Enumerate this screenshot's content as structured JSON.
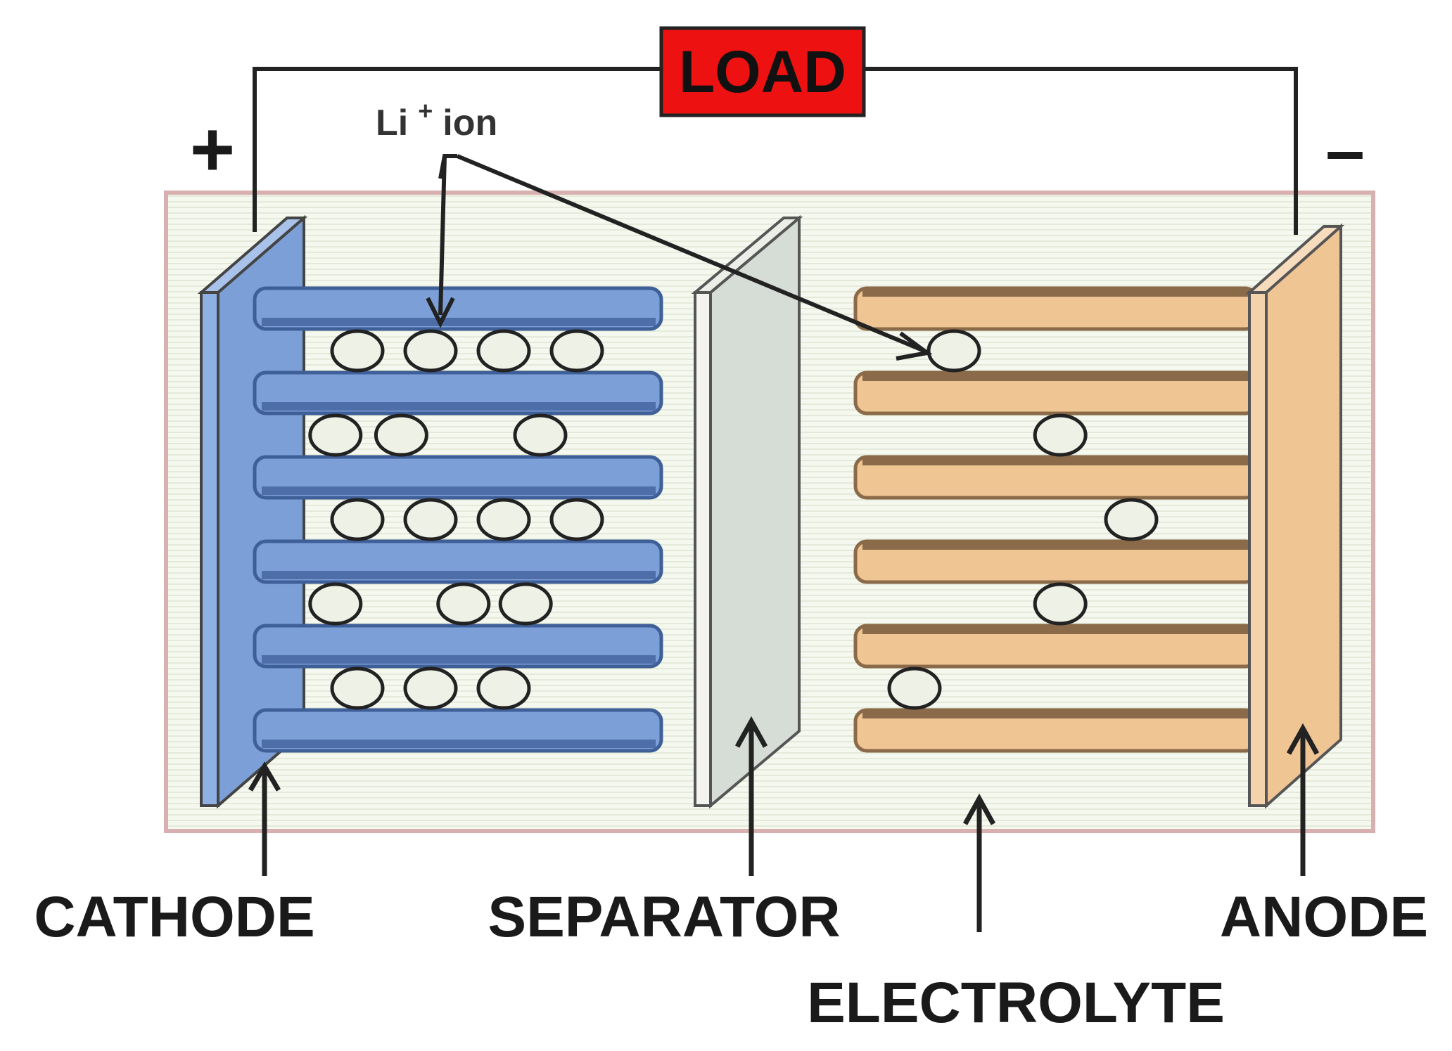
{
  "load": {
    "label": "LOAD",
    "fill": "#ee1111"
  },
  "terminals": {
    "positive": "+",
    "negative": "–"
  },
  "ion_label": {
    "main": "Li",
    "superscript": "+",
    "suffix": "ion"
  },
  "labels": {
    "cathode": "CATHODE",
    "separator": "SEPARATOR",
    "electrolyte": "ELECTROLYTE",
    "anode": "ANODE"
  },
  "colors": {
    "cathode": "#7b9fd6",
    "cathode_dark": "#3f5f99",
    "anode": "#f0c594",
    "anode_dark": "#8a6a48",
    "separator": "#d6dcd6",
    "electrolyte": "#f4f7ec",
    "casing": "#d8b0b0",
    "ion": "#eef1e6",
    "wire": "#222222"
  },
  "ions": {
    "cathode_rows": [
      [
        0.15,
        0.35,
        0.55,
        0.75
      ],
      [
        0.09,
        0.27,
        0.65
      ],
      [
        0.15,
        0.35,
        0.55,
        0.75
      ],
      [
        0.09,
        0.44,
        0.61
      ],
      [
        0.15,
        0.35,
        0.55
      ]
    ],
    "anode_rows": [
      [
        0.25
      ],
      [
        0.52
      ],
      [
        0.7
      ],
      [
        0.52
      ],
      [
        0.15
      ]
    ]
  }
}
